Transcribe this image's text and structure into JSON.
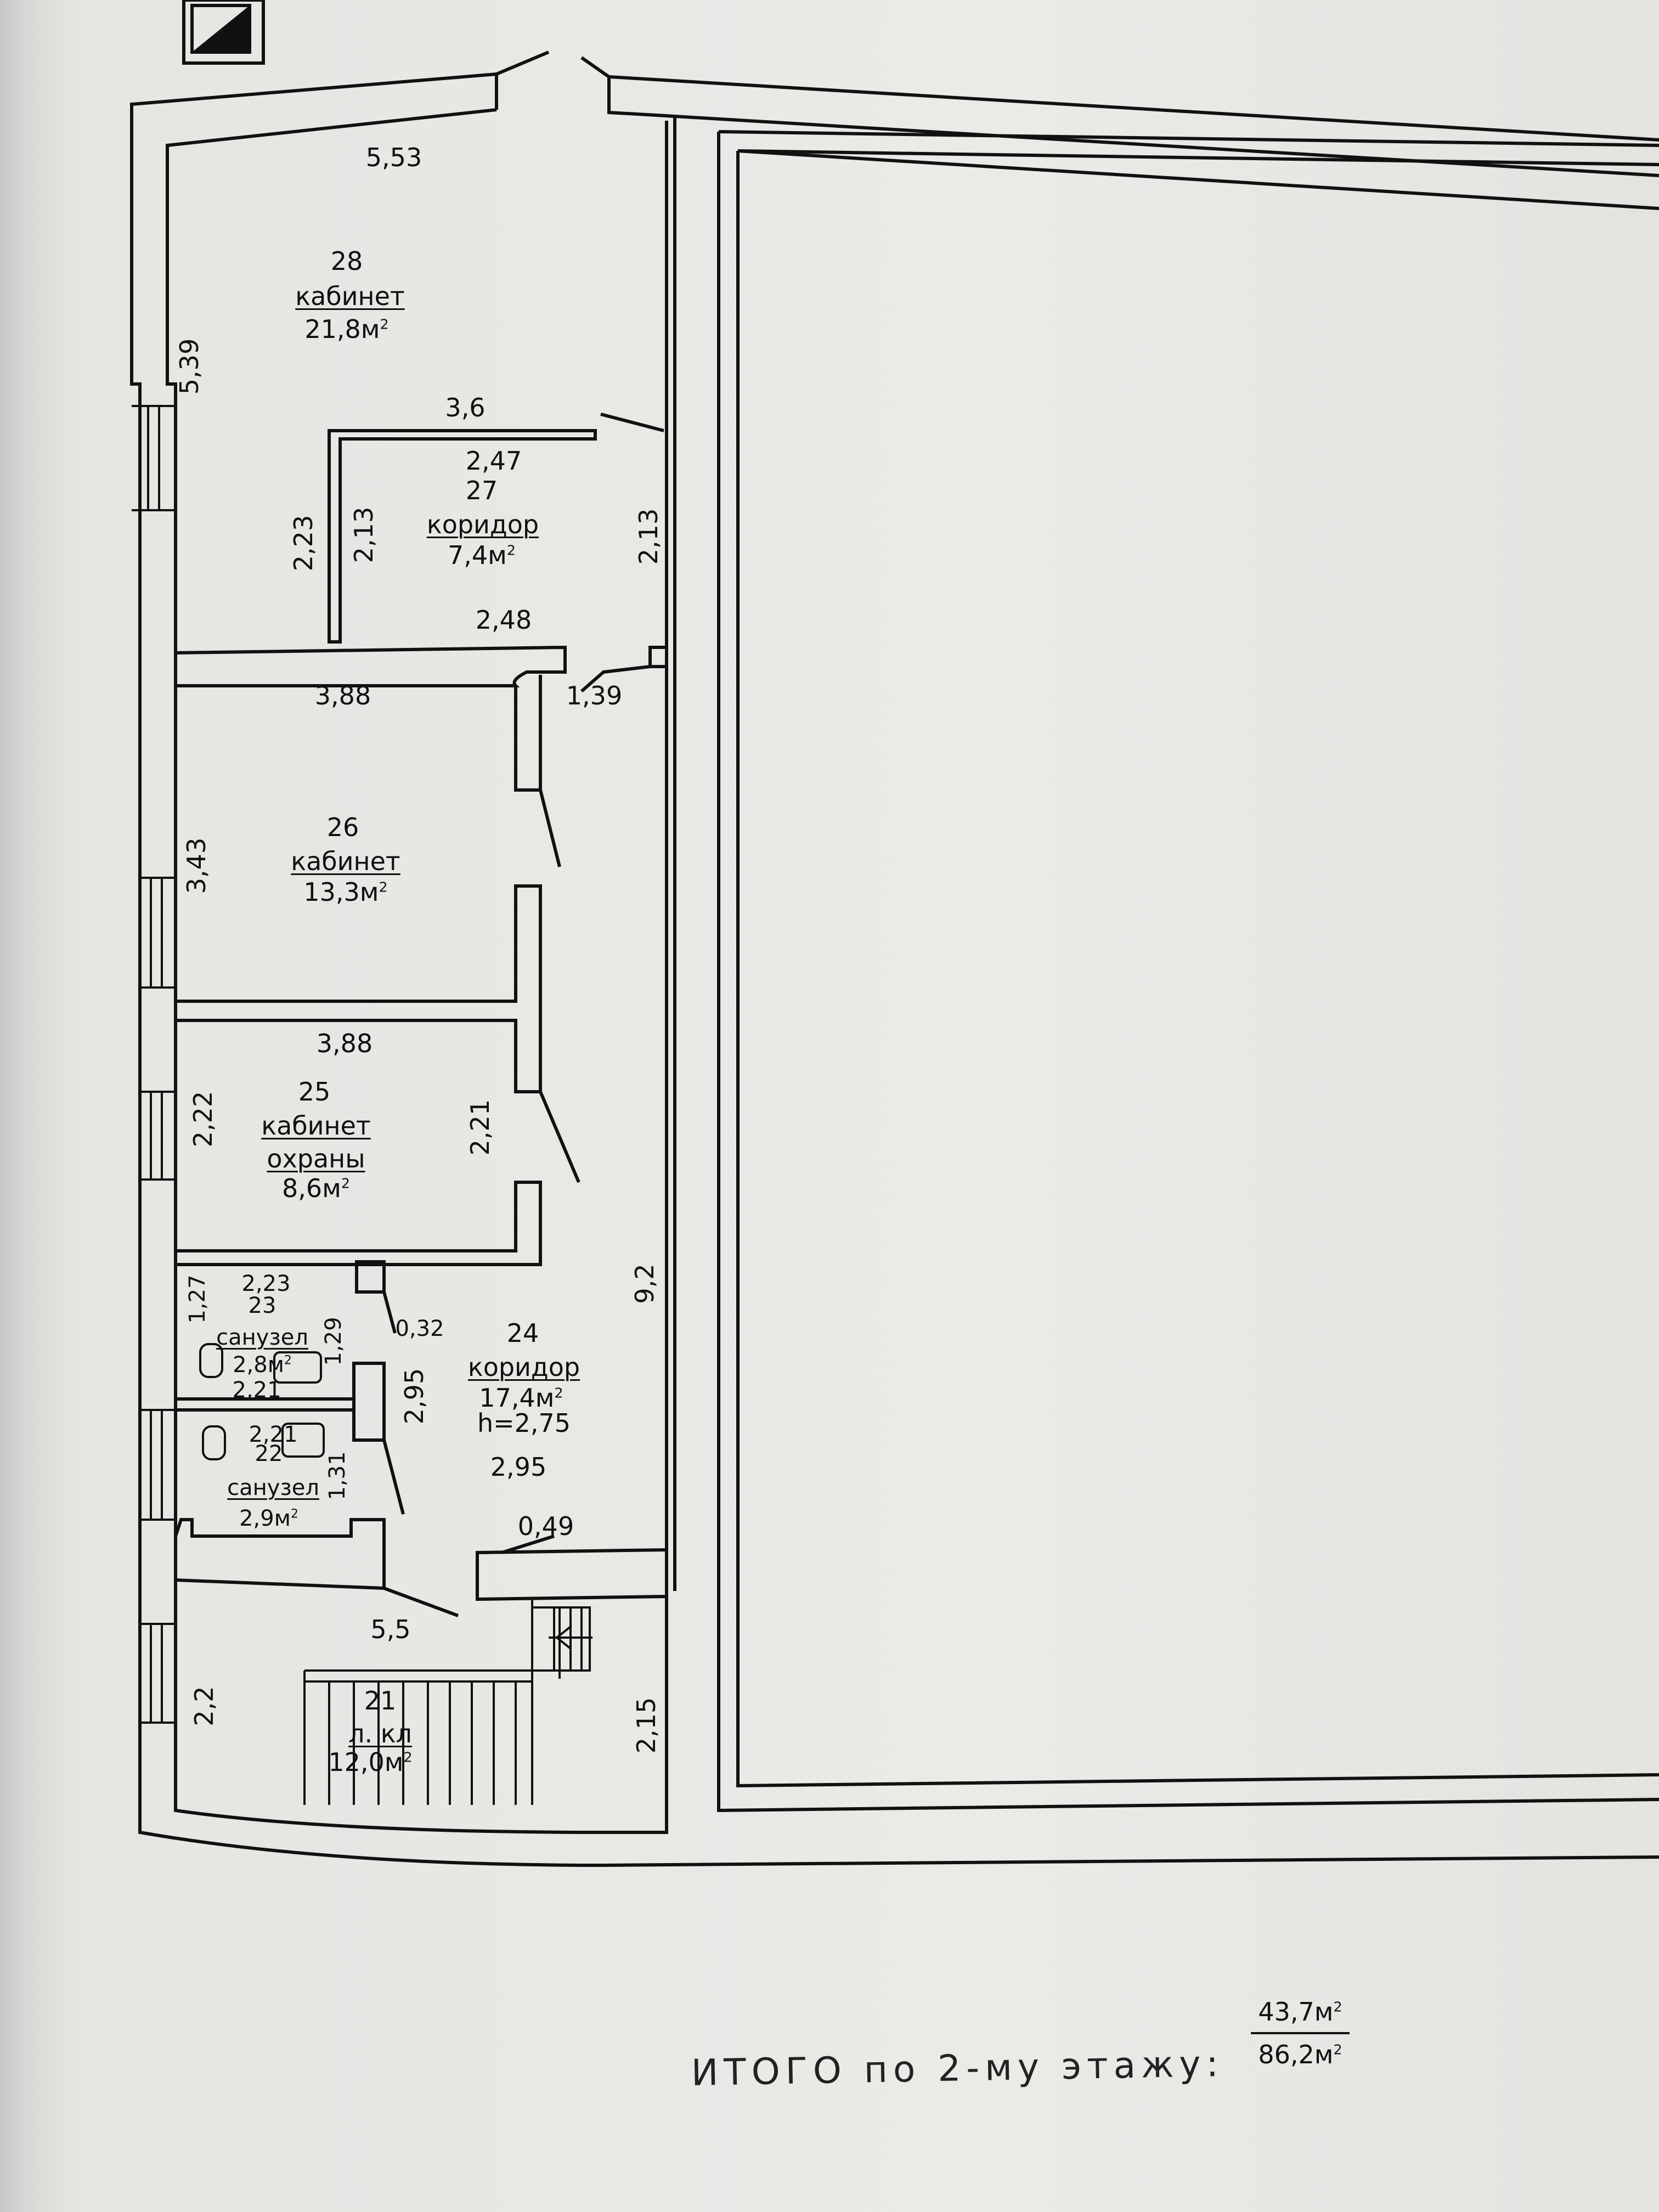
{
  "rooms": {
    "r28": {
      "number": "28",
      "name": "кабинет",
      "area": "21,8м",
      "sup": "2"
    },
    "r27": {
      "number": "27",
      "name": "коридор",
      "area": "7,4м",
      "sup": "2"
    },
    "r26": {
      "number": "26",
      "name": "кабинет",
      "area": "13,3м",
      "sup": "2"
    },
    "r25": {
      "number": "25",
      "name_1": "кабинет",
      "name_2": "охраны",
      "area": "8,6м",
      "sup": "2"
    },
    "r24": {
      "number": "24",
      "name": "коридор",
      "area": "17,4м",
      "sup": "2",
      "height": "h=2,75"
    },
    "r23": {
      "number": "23",
      "name": "санузел",
      "area": "2,8м",
      "sup": "2"
    },
    "r22": {
      "number": "22",
      "name": "санузел",
      "area": "2,9м",
      "sup": "2"
    },
    "r21": {
      "number": "21",
      "name": "л. кл",
      "area": "12,0м",
      "sup": "2"
    }
  },
  "dimensions": {
    "d_553": "5,53",
    "d_539": "5,39",
    "d_36": "3,6",
    "d_247": "2,47",
    "d_223a": "2,23",
    "d_213a": "2,13",
    "d_213b": "2,13",
    "d_248": "2,48",
    "d_388a": "3,88",
    "d_139": "1,39",
    "d_343": "3,43",
    "d_388b": "3,88",
    "d_222": "2,22",
    "d_221a": "2,21",
    "d_92": "9,2",
    "d_127": "1,27",
    "d_223b": "2,23",
    "d_129": "1,29",
    "d_032": "0,32",
    "d_221b": "2,21",
    "d_295a": "2,95",
    "d_221c": "2,21",
    "d_131": "1,31",
    "d_295b": "2,95",
    "d_049": "0,49",
    "d_55": "5,5",
    "d_22": "2,2",
    "d_215": "2,15"
  },
  "total": {
    "label": "ИТОГО по 2-му этажу:",
    "numerator": "43,7м",
    "denominator": "86,2м",
    "sup": "2"
  }
}
